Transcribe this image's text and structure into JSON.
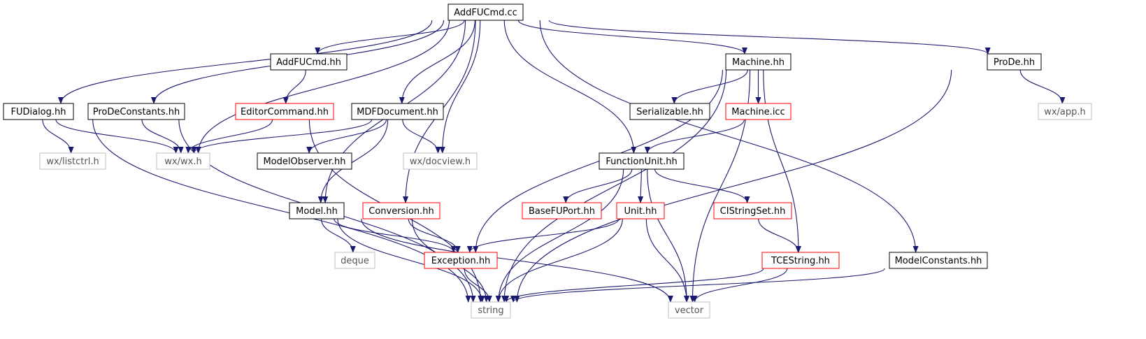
{
  "palette": {
    "edge": "#191970",
    "root_fill": "#bfbfbf",
    "border_documented": "#000000",
    "border_truncated": "#ff0000",
    "border_external": "#bfbfbf"
  },
  "diagram": {
    "nodes": [
      {
        "id": "addfucmd_cc",
        "label": "AddFUCmd.cc",
        "kind": "root"
      },
      {
        "id": "fudialog_hh",
        "label": "FUDialog.hh",
        "kind": "documented"
      },
      {
        "id": "prodeconstants_hh",
        "label": "ProDeConstants.hh",
        "kind": "documented"
      },
      {
        "id": "addfucmd_hh",
        "label": "AddFUCmd.hh",
        "kind": "documented"
      },
      {
        "id": "editorcommand_hh",
        "label": "EditorCommand.hh",
        "kind": "truncated"
      },
      {
        "id": "mdfdocument_hh",
        "label": "MDFDocument.hh",
        "kind": "documented"
      },
      {
        "id": "machine_hh",
        "label": "Machine.hh",
        "kind": "documented"
      },
      {
        "id": "serializable_hh",
        "label": "Serializable.hh",
        "kind": "documented"
      },
      {
        "id": "machine_icc",
        "label": "Machine.icc",
        "kind": "truncated"
      },
      {
        "id": "prode_hh",
        "label": "ProDe.hh",
        "kind": "documented"
      },
      {
        "id": "wx_app_h",
        "label": "wx/app.h",
        "kind": "external"
      },
      {
        "id": "wx_listctrl_h",
        "label": "wx/listctrl.h",
        "kind": "external"
      },
      {
        "id": "wx_wx_h",
        "label": "wx/wx.h",
        "kind": "external"
      },
      {
        "id": "modelobserver_hh",
        "label": "ModelObserver.hh",
        "kind": "documented"
      },
      {
        "id": "wx_docview_h",
        "label": "wx/docview.h",
        "kind": "external"
      },
      {
        "id": "functionunit_hh",
        "label": "FunctionUnit.hh",
        "kind": "documented"
      },
      {
        "id": "model_hh",
        "label": "Model.hh",
        "kind": "documented"
      },
      {
        "id": "conversion_hh",
        "label": "Conversion.hh",
        "kind": "truncated"
      },
      {
        "id": "basefuport_hh",
        "label": "BaseFUPort.hh",
        "kind": "truncated"
      },
      {
        "id": "unit_hh",
        "label": "Unit.hh",
        "kind": "truncated"
      },
      {
        "id": "cistringset_hh",
        "label": "CIStringSet.hh",
        "kind": "truncated"
      },
      {
        "id": "deque",
        "label": "deque",
        "kind": "external"
      },
      {
        "id": "exception_hh",
        "label": "Exception.hh",
        "kind": "truncated"
      },
      {
        "id": "tcestring_hh",
        "label": "TCEString.hh",
        "kind": "truncated"
      },
      {
        "id": "modelconstants_hh",
        "label": "ModelConstants.hh",
        "kind": "documented"
      },
      {
        "id": "string",
        "label": "string",
        "kind": "external"
      },
      {
        "id": "vector",
        "label": "vector",
        "kind": "external"
      }
    ],
    "edges": [
      [
        "addfucmd_cc",
        "fudialog_hh"
      ],
      [
        "addfucmd_cc",
        "prodeconstants_hh"
      ],
      [
        "addfucmd_cc",
        "wx_wx_h"
      ],
      [
        "addfucmd_cc",
        "addfucmd_hh"
      ],
      [
        "addfucmd_cc",
        "mdfdocument_hh"
      ],
      [
        "addfucmd_cc",
        "wx_docview_h"
      ],
      [
        "addfucmd_cc",
        "model_hh"
      ],
      [
        "addfucmd_cc",
        "conversion_hh"
      ],
      [
        "addfucmd_cc",
        "functionunit_hh"
      ],
      [
        "addfucmd_cc",
        "machine_hh"
      ],
      [
        "addfucmd_cc",
        "modelconstants_hh"
      ],
      [
        "addfucmd_cc",
        "prode_hh"
      ],
      [
        "fudialog_hh",
        "wx_listctrl_h"
      ],
      [
        "fudialog_hh",
        "wx_wx_h"
      ],
      [
        "fudialog_hh",
        "string"
      ],
      [
        "prodeconstants_hh",
        "wx_wx_h"
      ],
      [
        "prodeconstants_hh",
        "string"
      ],
      [
        "addfucmd_hh",
        "editorcommand_hh"
      ],
      [
        "editorcommand_hh",
        "wx_wx_h"
      ],
      [
        "editorcommand_hh",
        "string"
      ],
      [
        "mdfdocument_hh",
        "wx_wx_h"
      ],
      [
        "mdfdocument_hh",
        "modelobserver_hh"
      ],
      [
        "mdfdocument_hh",
        "wx_docview_h"
      ],
      [
        "mdfdocument_hh",
        "model_hh"
      ],
      [
        "machine_hh",
        "exception_hh"
      ],
      [
        "machine_hh",
        "serializable_hh"
      ],
      [
        "machine_hh",
        "machine_icc"
      ],
      [
        "machine_hh",
        "string"
      ],
      [
        "machine_hh",
        "tcestring_hh"
      ],
      [
        "machine_hh",
        "vector"
      ],
      [
        "machine_icc",
        "functionunit_hh"
      ],
      [
        "prode_hh",
        "wx_app_h"
      ],
      [
        "prode_hh",
        "string"
      ],
      [
        "functionunit_hh",
        "string"
      ],
      [
        "functionunit_hh",
        "basefuport_hh"
      ],
      [
        "functionunit_hh",
        "unit_hh"
      ],
      [
        "functionunit_hh",
        "cistringset_hh"
      ],
      [
        "functionunit_hh",
        "vector"
      ],
      [
        "model_hh",
        "string"
      ],
      [
        "model_hh",
        "vector"
      ],
      [
        "model_hh",
        "deque"
      ],
      [
        "model_hh",
        "exception_hh"
      ],
      [
        "conversion_hh",
        "string"
      ],
      [
        "conversion_hh",
        "exception_hh"
      ],
      [
        "unit_hh",
        "exception_hh"
      ],
      [
        "unit_hh",
        "string"
      ],
      [
        "unit_hh",
        "vector"
      ],
      [
        "cistringset_hh",
        "tcestring_hh"
      ],
      [
        "exception_hh",
        "string"
      ],
      [
        "tcestring_hh",
        "string"
      ],
      [
        "tcestring_hh",
        "vector"
      ],
      [
        "modelconstants_hh",
        "string"
      ]
    ]
  }
}
